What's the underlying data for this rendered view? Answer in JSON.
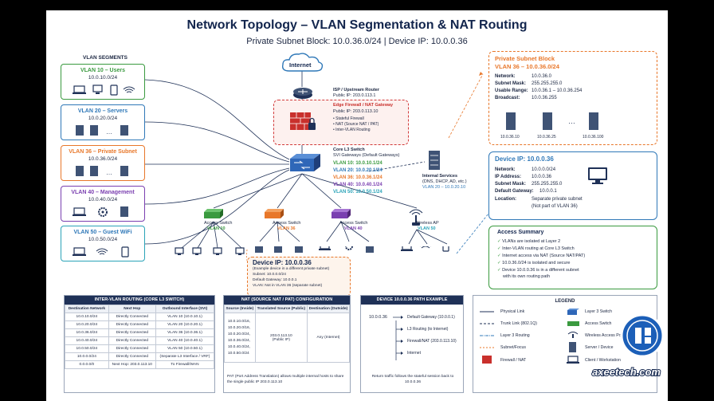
{
  "title": "Network Topology – VLAN Segmentation & NAT Routing",
  "subtitle": "Private Subnet Block: 10.0.36.0/24   |   Device IP: 10.0.0.36",
  "vlan_segments": {
    "heading": "VLAN SEGMENTS",
    "items": [
      {
        "name": "VLAN 10 – Users",
        "cidr": "10.0.10.0/24",
        "color": "#3a9a3f"
      },
      {
        "name": "VLAN 20 – Servers",
        "cidr": "10.0.20.0/24",
        "color": "#2f78b8"
      },
      {
        "name": "VLAN 36 – Private Subnet",
        "cidr": "10.0.36.0/24",
        "color": "#e8772a"
      },
      {
        "name": "VLAN 40 – Management",
        "cidr": "10.0.40.0/24",
        "color": "#7a3fb0"
      },
      {
        "name": "VLAN 50 – Guest WiFi",
        "cidr": "10.0.50.0/24",
        "color": "#2aa3b8"
      }
    ]
  },
  "internet": {
    "label": "Internet"
  },
  "isp_router": {
    "title": "ISP / Upstream Router",
    "ip": "Public IP: 203.0.113.1"
  },
  "firewall": {
    "title": "Edge Firewall / NAT Gateway",
    "ip": "Public IP: 203.0.113.10",
    "features": [
      "• Stateful Firewall",
      "• NAT (Source NAT / PAT)",
      "• Inter-VLAN Routing"
    ]
  },
  "core_switch": {
    "title": "Core L3 Switch",
    "subtitle": "SVI Gateways (Default Gateways)",
    "svis": [
      {
        "text": "VLAN 10:  10.0.10.1/24",
        "color": "#3a9a3f"
      },
      {
        "text": "VLAN 20:  10.0.20.1/24",
        "color": "#2f78b8"
      },
      {
        "text": "VLAN 36:  10.0.36.1/24",
        "color": "#e8772a"
      },
      {
        "text": "VLAN 40:  10.0.40.1/24",
        "color": "#7a3fb0"
      },
      {
        "text": "VLAN 50:  10.0.50.1/24",
        "color": "#2aa3b8"
      }
    ]
  },
  "internal_services": {
    "title": "Internal Services",
    "detail": "(DNS, DHCP, AD, etc.)",
    "vlan": "VLAN 20 – 10.0.20.10"
  },
  "access_switches": [
    {
      "label": "Access Switch",
      "vlan": "VLAN 10",
      "color": "#3a9a3f"
    },
    {
      "label": "Access Switch",
      "vlan": "VLAN 36",
      "color": "#e8772a"
    },
    {
      "label": "Access Switch",
      "vlan": "VLAN 40",
      "color": "#7a3fb0"
    },
    {
      "label": "Wireless AP",
      "vlan": "VLAN 50",
      "color": "#2aa3b8"
    }
  ],
  "private_subnet": {
    "title": "Private Subnet Block",
    "cidr": "VLAN 36 – 10.0.36.0/24",
    "rows": [
      [
        "Network:",
        "10.0.36.0"
      ],
      [
        "Subnet Mask:",
        "255.255.255.0"
      ],
      [
        "Usable Range:",
        "10.0.36.1 – 10.0.36.254"
      ],
      [
        "Broadcast:",
        "10.0.36.255"
      ]
    ],
    "hosts": [
      "10.0.36.10",
      "10.0.36.25",
      "10.0.36.100"
    ]
  },
  "device_ip": {
    "title": "Device IP: 10.0.0.36",
    "rows": [
      [
        "Network:",
        "10.0.0.0/24"
      ],
      [
        "IP Address:",
        "10.0.0.36"
      ],
      [
        "Subnet Mask:",
        "255.255.255.0"
      ],
      [
        "Default Gateway:",
        "10.0.0.1"
      ],
      [
        "Location:",
        "Separate private subnet"
      ],
      [
        "",
        "(Not part of VLAN 36)"
      ]
    ]
  },
  "access_summary": {
    "title": "Access Summary",
    "items": [
      "VLANs are isolated at Layer 2",
      "Inter-VLAN routing at Core L3 Switch",
      "Internet access via NAT (Source NAT/PAT)",
      "10.0.36.0/24 is isolated and secure",
      "Device 10.0.0.36 is in a different subnet",
      "with its own routing path"
    ]
  },
  "device_callout": {
    "title": "Device IP: 10.0.0.36",
    "lines": [
      "(Example device in a different private subnet)",
      "Subnet: 10.0.0.0/24",
      "Default Gateway: 10.0.0.1",
      "VLAN: Not in VLAN 36 (separate subnet)"
    ]
  },
  "inter_vlan": {
    "title": "INTER-VLAN ROUTING (CORE L3 SWITCH)",
    "headers": [
      "Destination Network",
      "Next Hop",
      "Outbound Interface (SVI)"
    ],
    "rows": [
      [
        "10.0.10.0/24",
        "Directly Connected",
        "VLAN 10 (10.0.10.1)"
      ],
      [
        "10.0.20.0/24",
        "Directly Connected",
        "VLAN 20 (10.0.20.1)"
      ],
      [
        "10.0.36.0/24",
        "Directly Connected",
        "VLAN 36 (10.0.36.1)"
      ],
      [
        "10.0.40.0/24",
        "Directly Connected",
        "VLAN 40 (10.0.40.1)"
      ],
      [
        "10.0.50.0/24",
        "Directly Connected",
        "VLAN 50 (10.0.50.1)"
      ],
      [
        "10.0.0.0/24",
        "Directly Connected",
        "(Separate L3 Interface / VRF)"
      ],
      [
        "0.0.0.0/0",
        "Next Hop: 203.0.113.10",
        "To Firewall/WAN"
      ]
    ]
  },
  "nat": {
    "title": "NAT (SOURCE NAT / PAT) CONFIGURATION",
    "headers": [
      "Source (Inside)",
      "Translated Source (Public)",
      "Destination (Outside)"
    ],
    "sources": "10.0.10.0/16, 10.0.20.0/16, 10.0.20.0/24, 10.0.36.0/24, 10.0.40.0/24, 10.0.50.0/24",
    "source_lines": [
      "10.0.10.0/16,",
      "10.0.20.0/16,",
      "10.0.20.0/24,",
      "10.0.36.0/24,",
      "10.0.40.0/24,",
      "10.0.50.0/24"
    ],
    "translated": "203.0.113.10",
    "translated_note": "(Public IP)",
    "destination": "Any (Internet)",
    "note": "PAT (Port Address Translation) allows multiple internal hosts to share the single public IP 203.0.113.10"
  },
  "path": {
    "title": "DEVICE 10.0.0.36 PATH EXAMPLE",
    "origin": "10.0.0.36",
    "steps": [
      "Default Gateway (10.0.0.1)",
      "L3 Routing (to Internet)",
      "Firewall/NAT (203.0.113.10)",
      "Internet"
    ],
    "note": "Return traffic follows the stateful session back to 10.0.0.36"
  },
  "legend": {
    "title": "LEGEND",
    "items": [
      [
        "Physical Link",
        "Layer 3 Switch"
      ],
      [
        "Trunk Link (802.1Q)",
        "Access Switch"
      ],
      [
        "Layer 3 Routing",
        "Wireless Access Point"
      ],
      [
        "Subnet/Focus",
        "Server / Device"
      ],
      [
        "Firewall / NAT",
        "Client / Workstation"
      ]
    ]
  },
  "watermark": "axeetech.com"
}
